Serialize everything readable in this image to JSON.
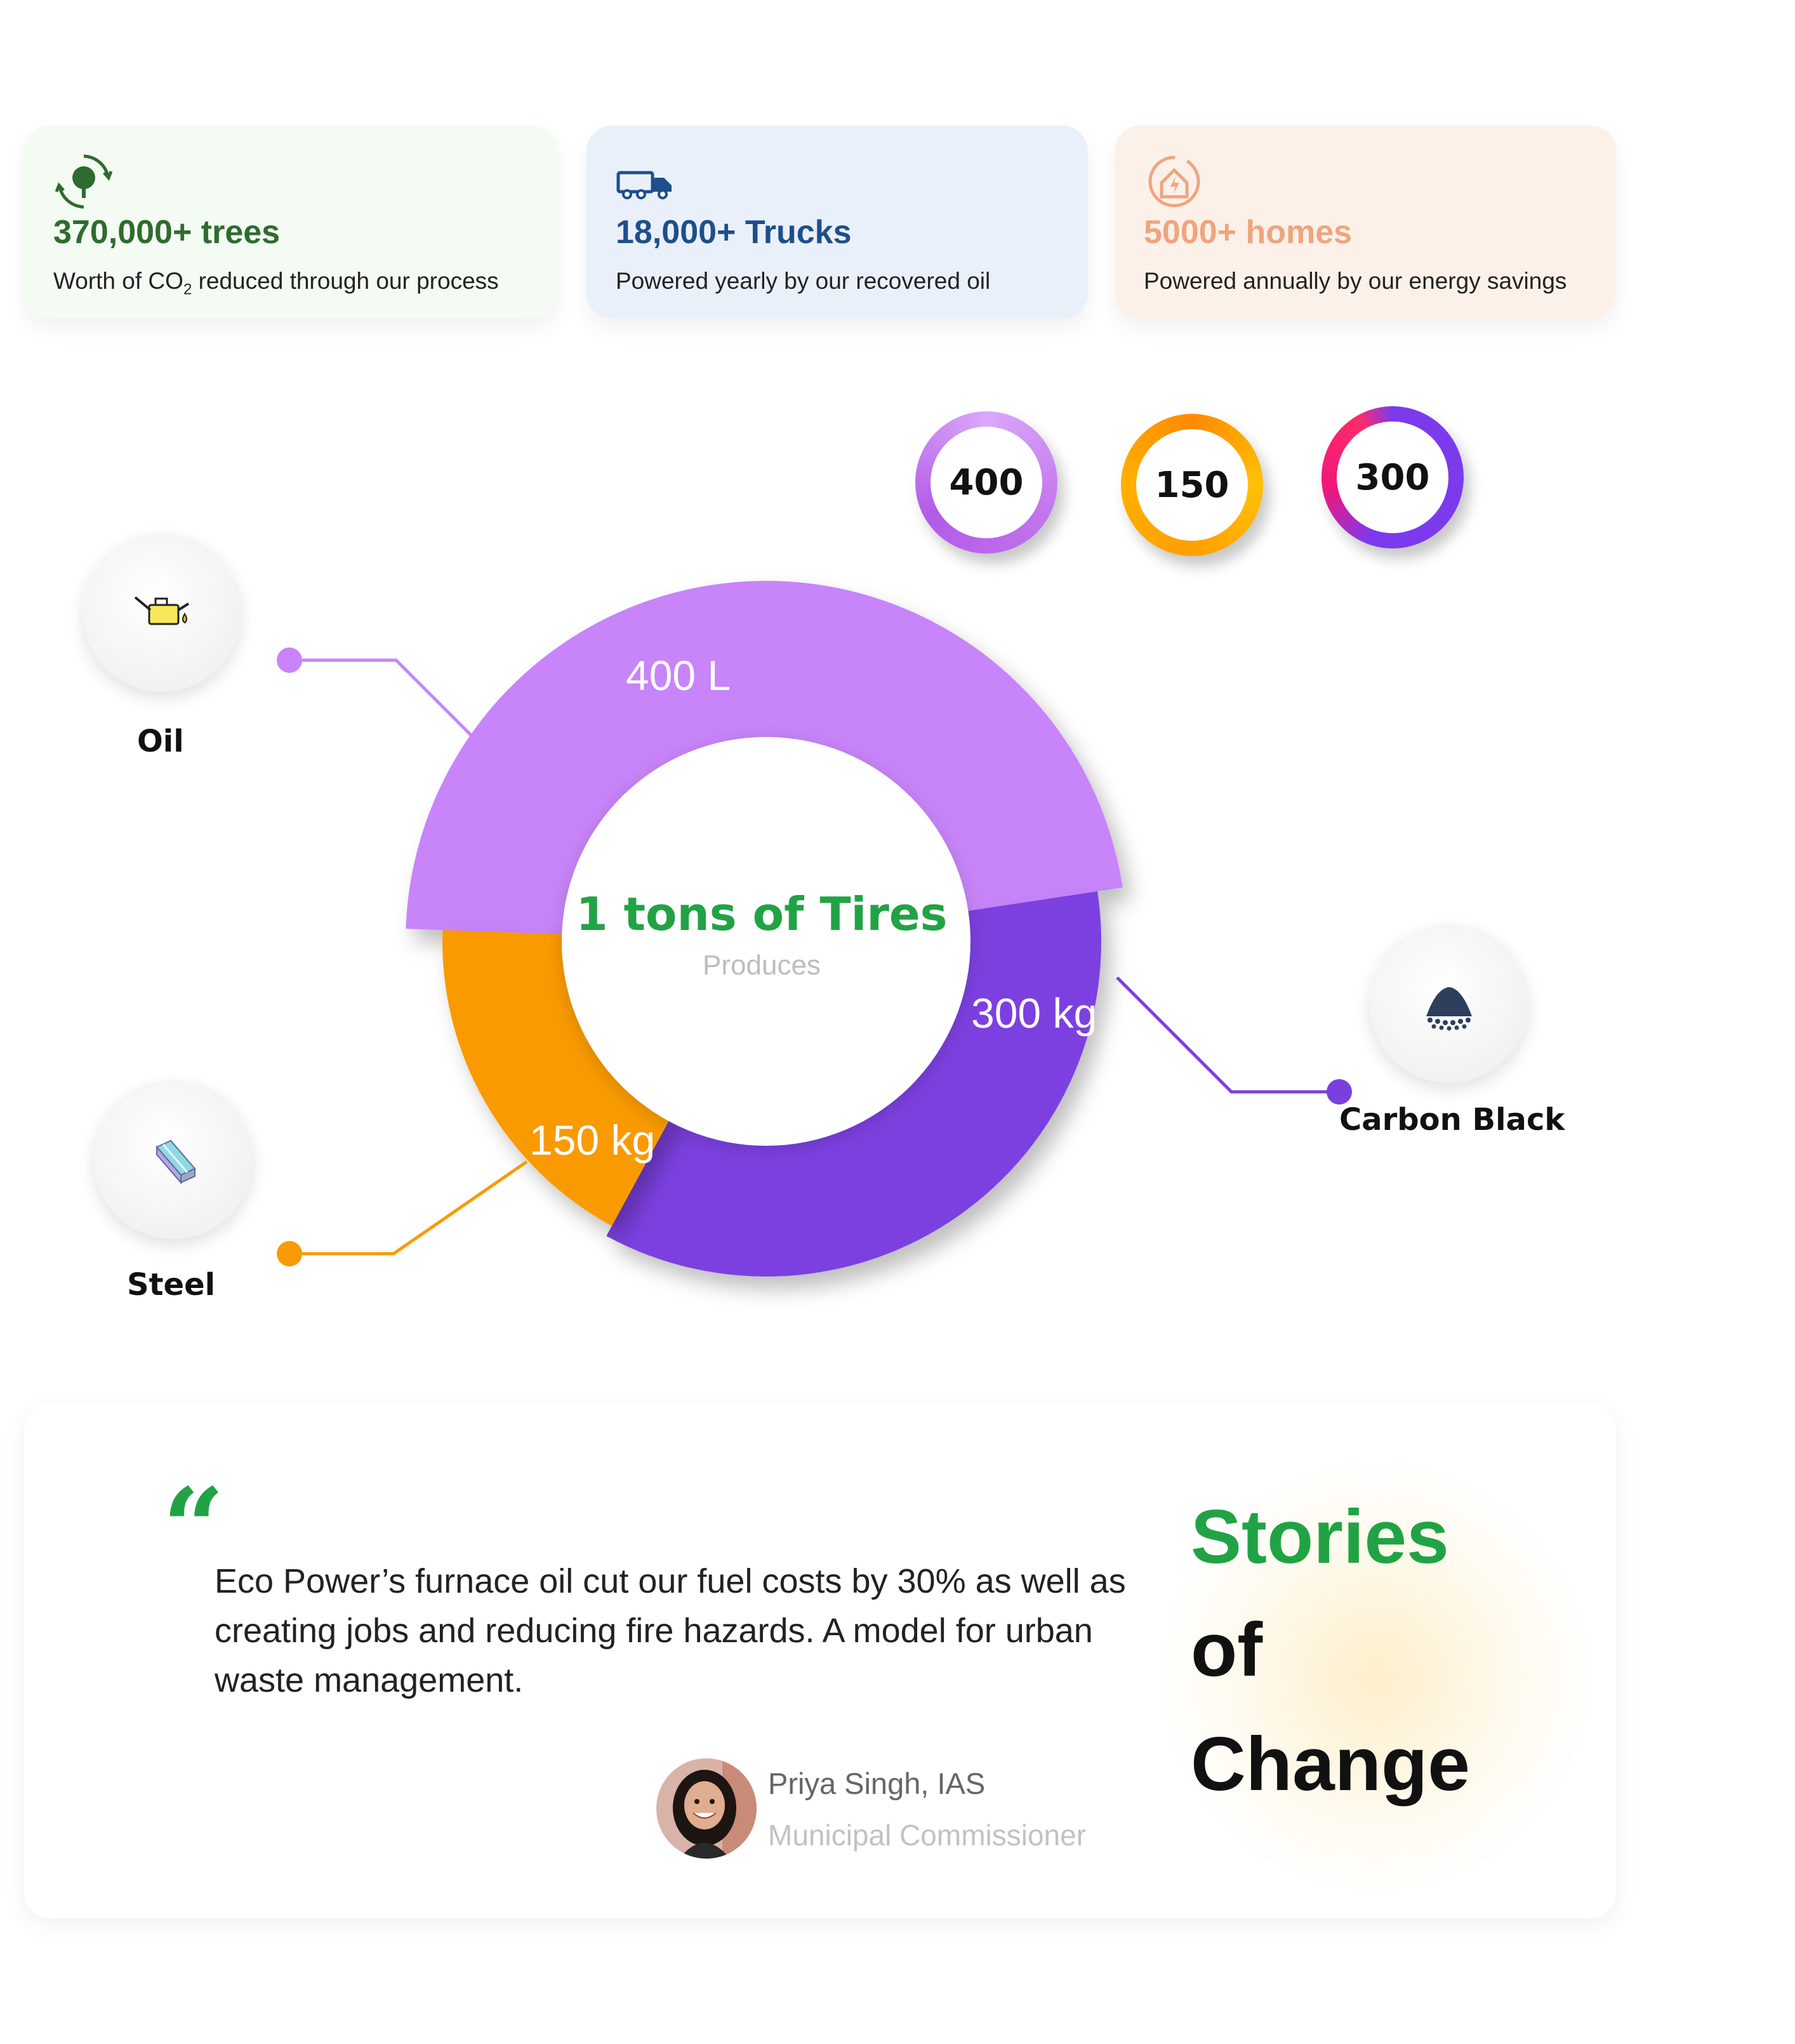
{
  "stats": [
    {
      "title": "370,000+ trees",
      "desc": "Worth of CO",
      "desc_sub": "2",
      "desc_rest": " reduced through our process",
      "icon": "tree-recycle-icon",
      "color": "#2f6b2f"
    },
    {
      "title": "18,000+ Trucks",
      "desc": "Powered yearly by our recovered oil",
      "icon": "truck-icon",
      "color": "#1e4f8b"
    },
    {
      "title": "5000+ homes",
      "desc": "Powered annually by our energy savings",
      "icon": "energy-home-icon",
      "color": "#eea57f"
    }
  ],
  "badges": [
    "400",
    "150",
    "300"
  ],
  "donut": {
    "center_title": "1 tons of Tires",
    "center_subtitle": "Produces",
    "segments": [
      {
        "name": "Oil",
        "label": "400 L",
        "value": 400,
        "color": "#c884f9"
      },
      {
        "name": "Carbon Black",
        "label": "300 kg",
        "value": 300,
        "color": "#7b3fe0"
      },
      {
        "name": "Steel",
        "label": "150 kg",
        "value": 150,
        "color": "#f99a06"
      }
    ]
  },
  "products": {
    "oil": {
      "label": "Oil",
      "icon": "oil-can-icon"
    },
    "steel": {
      "label": "Steel",
      "icon": "steel-beam-icon"
    },
    "carbon": {
      "label": "Carbon Black",
      "icon": "carbon-pile-icon"
    }
  },
  "testimonial": {
    "quote_mark": "“",
    "quote": "Eco Power’s furnace oil cut our fuel costs by 30% as well as creating jobs and reducing fire hazards. A model for urban waste management.",
    "author_name": "Priya Singh, IAS",
    "author_role": "Municipal Commissioner",
    "heading": [
      "Stories",
      "of",
      "Change"
    ]
  }
}
